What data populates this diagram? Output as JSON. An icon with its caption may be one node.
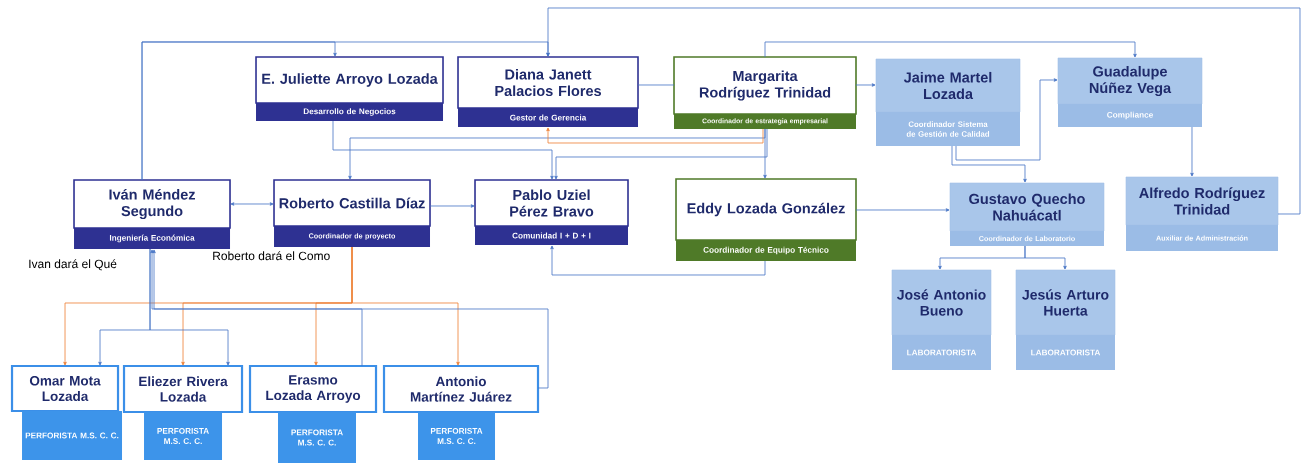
{
  "diagram": {
    "nodes": [
      {
        "text": [
          "E. Juliette Arroyo Lozada",
          "Desarrollo de Negocios"
        ]
      },
      {
        "text": [
          "Diana Janett Palacios Flores",
          "Gestor de Gerencia"
        ]
      },
      {
        "text": [
          "Margarita Rodríguez Trinidad",
          "Coordinador de estrategia empresarial"
        ]
      },
      {
        "text": [
          "Jaime Martel Lozada",
          "Coordinador Sistema de Gestión de Calidad"
        ]
      },
      {
        "text": [
          "Guadalupe Núñez Vega",
          "Compliance"
        ]
      },
      {
        "text": [
          "Iván Méndez Segundo",
          "Ingeniería Económica"
        ],
        "beside": [
          "Ivan dará el Qué"
        ]
      },
      {
        "text": [
          "Roberto Castilla Díaz",
          "Coordinador de proyecto"
        ],
        "beside": [
          "Roberto dará el Como"
        ]
      },
      {
        "text": [
          "Pablo Uziel Pérez Bravo",
          "Comunidad I + D + I"
        ]
      },
      {
        "text": [
          "Eddy Lozada González",
          "Coordinador de Equipo Técnico"
        ]
      },
      {
        "text": [
          "Gustavo Quecho Nahuácatl",
          "Coordinador de Laboratorio"
        ]
      },
      {
        "text": [
          "Alfredo Rodríguez Trinidad",
          "Auxiliar de Administración"
        ]
      },
      {
        "text": [
          "José Antonio Bueno",
          "LABORATORISTA"
        ]
      },
      {
        "text": [
          "Jesús Arturo Huerta",
          "LABORATORISTA"
        ]
      },
      {
        "text": [
          "Omar Mota Lozada",
          "PERFORISTA M.S. C. C."
        ]
      },
      {
        "text": [
          "Eliezer Rivera Lozada",
          "PERFORISTA M.S. C. C."
        ]
      },
      {
        "text": [
          "Erasmo Lozada Arroyo",
          "PERFORISTA M.S. C. C."
        ]
      },
      {
        "text": [
          "Antonio Martínez Juárez",
          "PERFORISTA M.S. C. C."
        ]
      }
    ],
    "edges": [
      {
        "from": 10,
        "to": 1,
        "arrow": "to"
      },
      {
        "from": 5,
        "to": 0,
        "arrow": "to"
      },
      {
        "from": 5,
        "to": 1,
        "arrow": "to"
      },
      {
        "from": 1,
        "to": 2,
        "arrow": "none"
      },
      {
        "from": 2,
        "to": 3,
        "arrow": "to"
      },
      {
        "from": 2,
        "to": 4,
        "arrow": "to"
      },
      {
        "from": 0,
        "to": 7,
        "arrow": "to"
      },
      {
        "from": 2,
        "to": 6,
        "arrow": "to"
      },
      {
        "from": 2,
        "to": 1,
        "arrow": "to",
        "color": "#ed7d31"
      },
      {
        "from": 2,
        "to": 7,
        "arrow": "to"
      },
      {
        "from": 2,
        "to": 8,
        "arrow": "to"
      },
      {
        "from": 5,
        "to": 6,
        "arrow": "both"
      },
      {
        "from": 6,
        "to": 7,
        "arrow": "to"
      },
      {
        "from": 8,
        "to": 7,
        "arrow": "to"
      },
      {
        "from": 8,
        "to": 9,
        "arrow": "to"
      },
      {
        "from": 3,
        "to": 9,
        "arrow": "to"
      },
      {
        "from": 3,
        "to": 4,
        "arrow": "to"
      },
      {
        "from": 4,
        "to": 10,
        "arrow": "to"
      },
      {
        "from": 9,
        "to": 11,
        "arrow": "to"
      },
      {
        "from": 9,
        "to": 12,
        "arrow": "to"
      },
      {
        "from": 6,
        "to": 13,
        "arrow": "to",
        "color": "#ed7d31"
      },
      {
        "from": 6,
        "to": 14,
        "arrow": "to",
        "color": "#ed7d31"
      },
      {
        "from": 6,
        "to": 15,
        "arrow": "to",
        "color": "#ed7d31"
      },
      {
        "from": 6,
        "to": 16,
        "arrow": "to",
        "color": "#ed7d31"
      },
      {
        "from": 15,
        "to": 5,
        "arrow": "to"
      },
      {
        "from": 16,
        "to": 5,
        "arrow": "to"
      },
      {
        "from": 5,
        "to": 13,
        "arrow": "to"
      },
      {
        "from": 5,
        "to": 14,
        "arrow": "to"
      }
    ]
  }
}
